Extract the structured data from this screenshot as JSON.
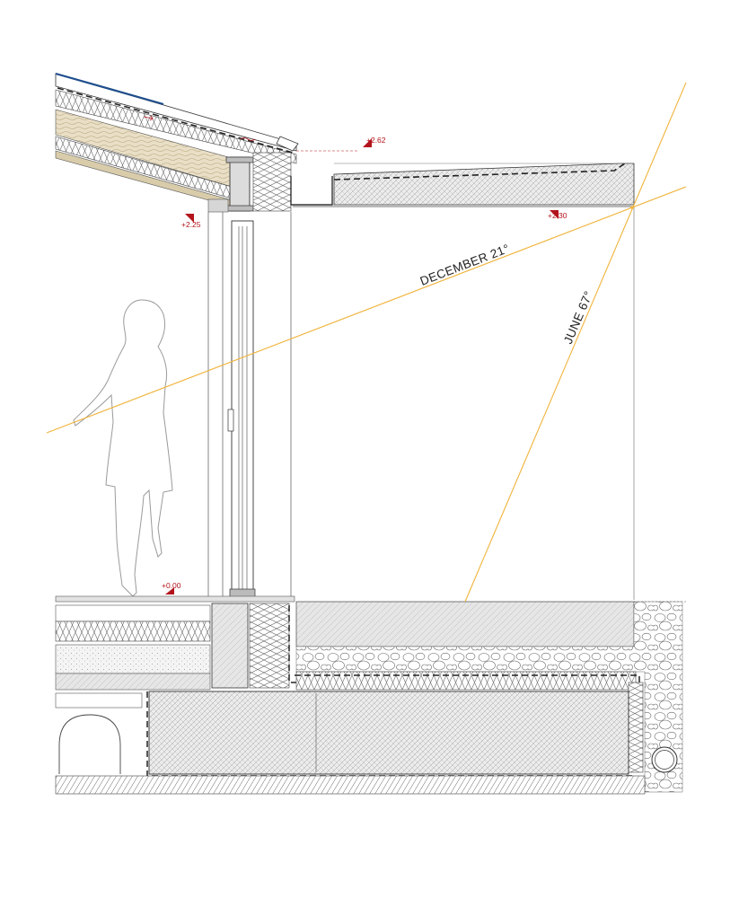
{
  "levels": {
    "roof_ridge": "+2.62",
    "canopy_edge": "+2.30",
    "eave": "+2.25",
    "floor": "+0.00"
  },
  "sun_angles": {
    "winter": "DECEMBER 21°",
    "summer": "JUNE 67°"
  },
  "colors": {
    "line": "#3a3a3a",
    "sun_ray": "#f0b43c",
    "level_marker": "#b3141c",
    "gutter": "#1f4e8c",
    "concrete": "#e2e2e2",
    "wood": "#e9dfc6"
  }
}
